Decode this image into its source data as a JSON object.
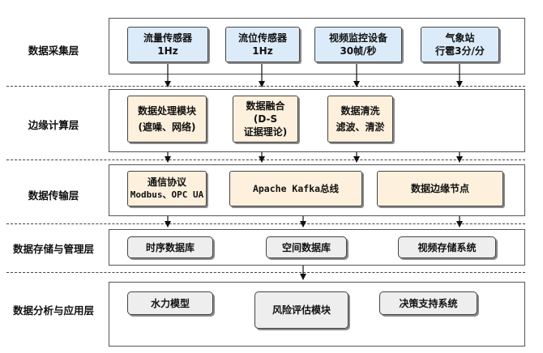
{
  "layers": [
    {
      "label": "数据采集层"
    },
    {
      "label": "边缘计算层"
    },
    {
      "label": "数据传输层"
    },
    {
      "label": "数据存储与管理层"
    },
    {
      "label": "数据分析与应用层"
    }
  ],
  "acquisition": [
    {
      "line1": "流量传感器",
      "line2": "1Hz"
    },
    {
      "line1": "流位传感器",
      "line2": "1Hz"
    },
    {
      "line1": "视频监控设备",
      "line2": "30帧/秒"
    },
    {
      "line1": "气象站",
      "line2": "行雹3分/分"
    }
  ],
  "edge": [
    {
      "line1": "数据处理模块",
      "line2": "(遮噪、网络)"
    },
    {
      "line1": "数据融合",
      "line2": "(D-S",
      "line3": "证据理论)"
    },
    {
      "line1": "数据清洗",
      "line2": "滤波、清淤"
    }
  ],
  "transport": [
    {
      "line1": "通信协议",
      "line2": "Modbus、OPC UA"
    },
    {
      "line1": "Apache Kafka总线"
    },
    {
      "line1": "数据边缘节点"
    }
  ],
  "storage": [
    {
      "line1": "时序数据库"
    },
    {
      "line1": "空间数据库"
    },
    {
      "line1": "视频存储系统"
    }
  ],
  "application": [
    {
      "line1": "水力模型"
    },
    {
      "line1": "风险评估模块"
    },
    {
      "line1": "决策支持系统"
    }
  ],
  "colors": {
    "acquisition_fill": "#dcebf9",
    "edge_fill": "#fdf0dc",
    "transport_fill": "#fdf0dc",
    "storage_fill": "#eeeeee",
    "application_fill": "#eeeeee"
  }
}
